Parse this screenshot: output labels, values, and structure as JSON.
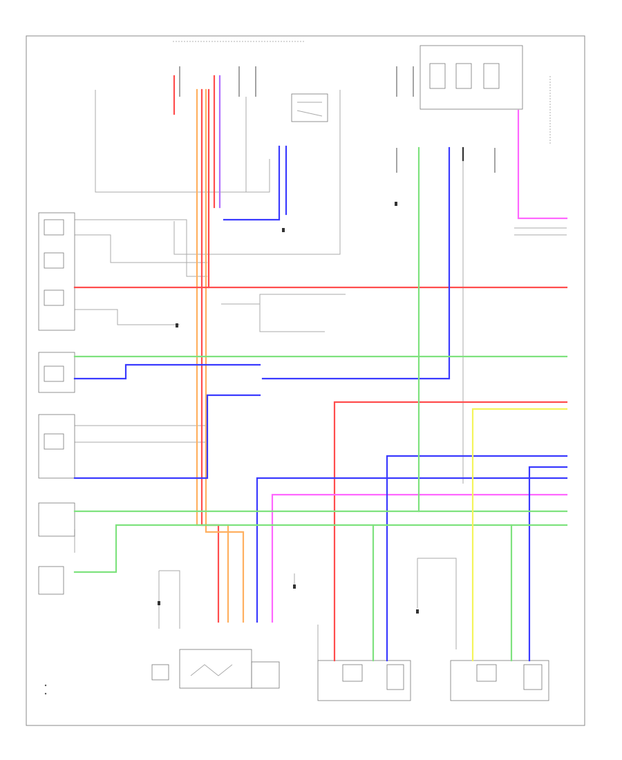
{
  "diagram": {
    "page_id": "",
    "legend": [
      {
        "symbol": "",
        "text": ""
      },
      {
        "symbol": "",
        "text": ""
      }
    ]
  },
  "colors": {
    "red": "#ff4d4d",
    "orange": "#ffb060",
    "blue": "#3a3aff",
    "green": "#7ee27e",
    "yellow": "#f4f45a",
    "magenta": "#ff66ff",
    "violet": "#b070ff",
    "black": "#333333",
    "gray": "#aaaaaa"
  },
  "components": [
    {
      "id": "left-headlight-assembly"
    },
    {
      "id": "left-front-turn-lamp"
    },
    {
      "id": "right-front-turn-lamp"
    },
    {
      "id": "right-headlight-assembly"
    },
    {
      "id": "right-marker-lamp"
    },
    {
      "id": "left-marker-lamp"
    },
    {
      "id": "headlight-dimmer-switch"
    },
    {
      "id": "light-control-switch"
    },
    {
      "id": "turn-switch"
    },
    {
      "id": "right-rear-combination-lamp"
    },
    {
      "id": "left-rear-combination-lamp"
    },
    {
      "id": "junction-block"
    },
    {
      "id": "relay"
    }
  ]
}
